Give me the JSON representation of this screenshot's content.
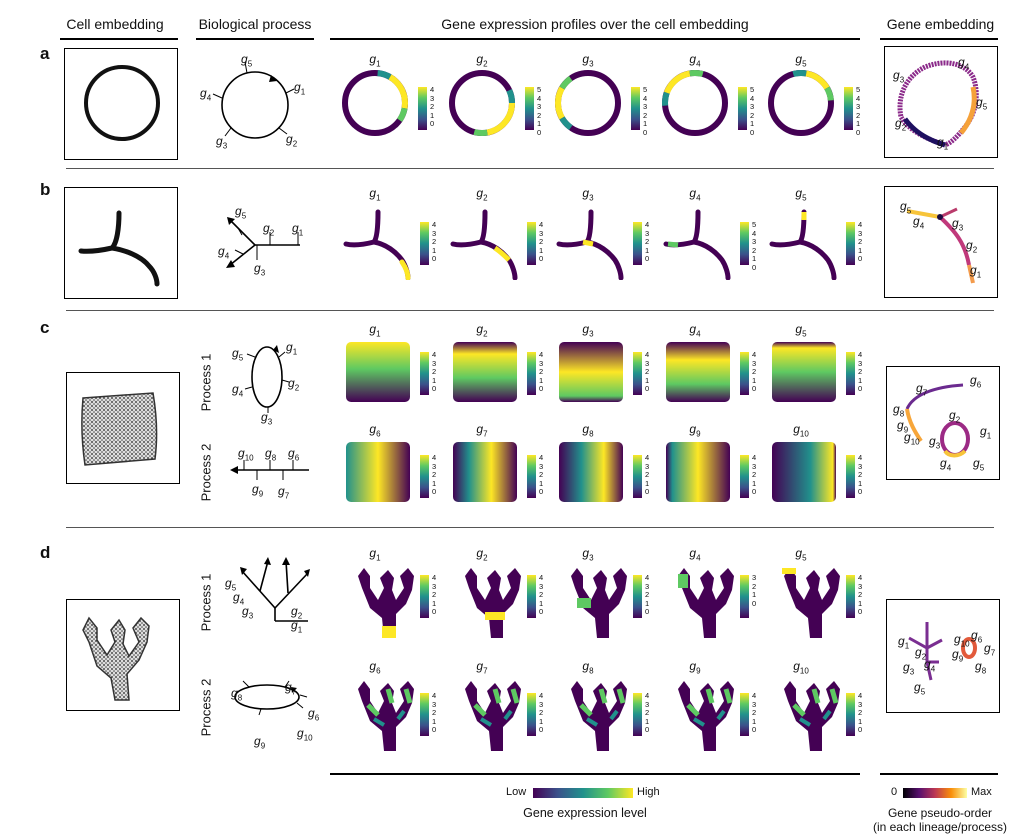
{
  "headers": {
    "cell_embedding": "Cell embedding",
    "biological_process": "Biological process",
    "gene_expression_profiles": "Gene expression profiles over the cell embedding",
    "gene_embedding": "Gene embedding"
  },
  "panels": {
    "a": "a",
    "b": "b",
    "c": "c",
    "d": "d"
  },
  "process_labels": {
    "p1": "Process 1",
    "p2": "Process 2"
  },
  "gene_names": [
    "g1",
    "g2",
    "g3",
    "g4",
    "g5",
    "g6",
    "g7",
    "g8",
    "g9",
    "g10"
  ],
  "colorbar_ticks": {
    "five": [
      "5",
      "4",
      "3",
      "2",
      "1",
      "0"
    ],
    "four": [
      "4",
      "3",
      "2",
      "1",
      "0"
    ],
    "three": [
      "3",
      "2",
      "1",
      "0"
    ]
  },
  "legend": {
    "expression_low": "Low",
    "expression_high": "High",
    "expression_title": "Gene expression level",
    "order_min": "0",
    "order_max": "Max",
    "order_title": "Gene pseudo-order",
    "order_subtitle": "(in each lineage/process)"
  },
  "colors": {
    "viridis": [
      "#440154",
      "#3b528b",
      "#21918c",
      "#5ec962",
      "#fde725"
    ],
    "inferno": [
      "#000004",
      "#57106e",
      "#bc3754",
      "#f98e09",
      "#fcffa4"
    ]
  }
}
